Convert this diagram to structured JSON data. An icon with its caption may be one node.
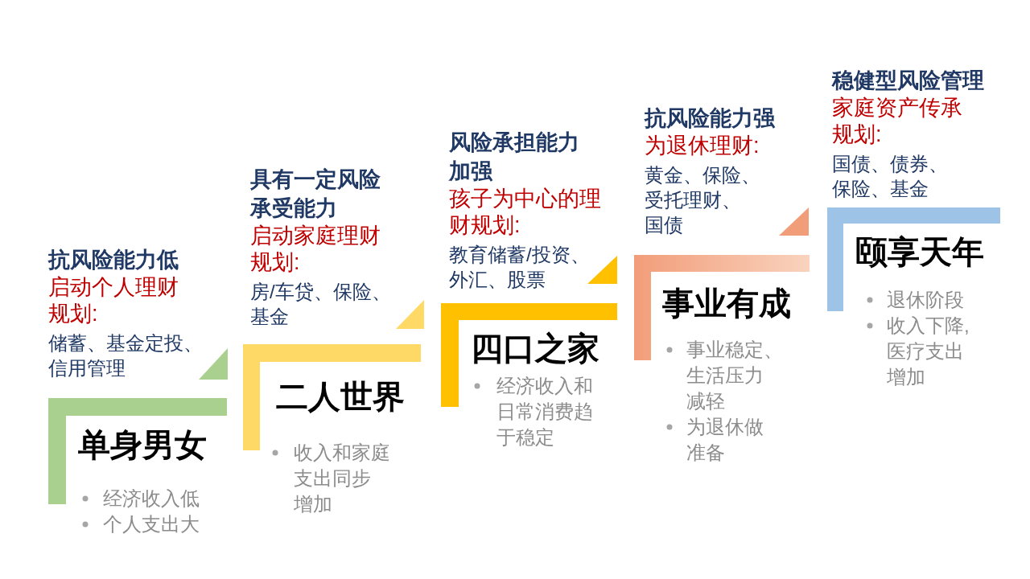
{
  "diagram": {
    "nodes": [
      {
        "text": [
          "单身男女",
          "经济收入低",
          "个人支出大"
        ],
        "beside": [
          "抗风险能力低",
          "启动个人理财规划:",
          "储蓄、基金定投、信用管理"
        ]
      },
      {
        "text": [
          "二人世界",
          "收入和家庭支出同步增加"
        ],
        "beside": [
          "具有一定风险承受能力",
          "启动家庭理财规划:",
          "房/车贷、保险、基金"
        ]
      },
      {
        "text": [
          "四口之家",
          "经济收入和日常消费趋于稳定"
        ],
        "beside": [
          "风险承担能力加强",
          "孩子为中心的理财规划:",
          "教育储蓄/投资、外汇、股票"
        ]
      },
      {
        "text": [
          "事业有成",
          "事业稳定、生活压力减轻",
          "为退休做准备"
        ],
        "beside": [
          "抗风险能力强",
          "为退休理财:",
          "黄金、保险、受托理财、国债"
        ]
      },
      {
        "text": [
          "颐享天年",
          "退休阶段",
          "收入下降,医疗支出增加"
        ],
        "beside": [
          "稳健型风险管理",
          "家庭资产传承规划:",
          "国债、债券、保险、基金"
        ]
      }
    ]
  }
}
